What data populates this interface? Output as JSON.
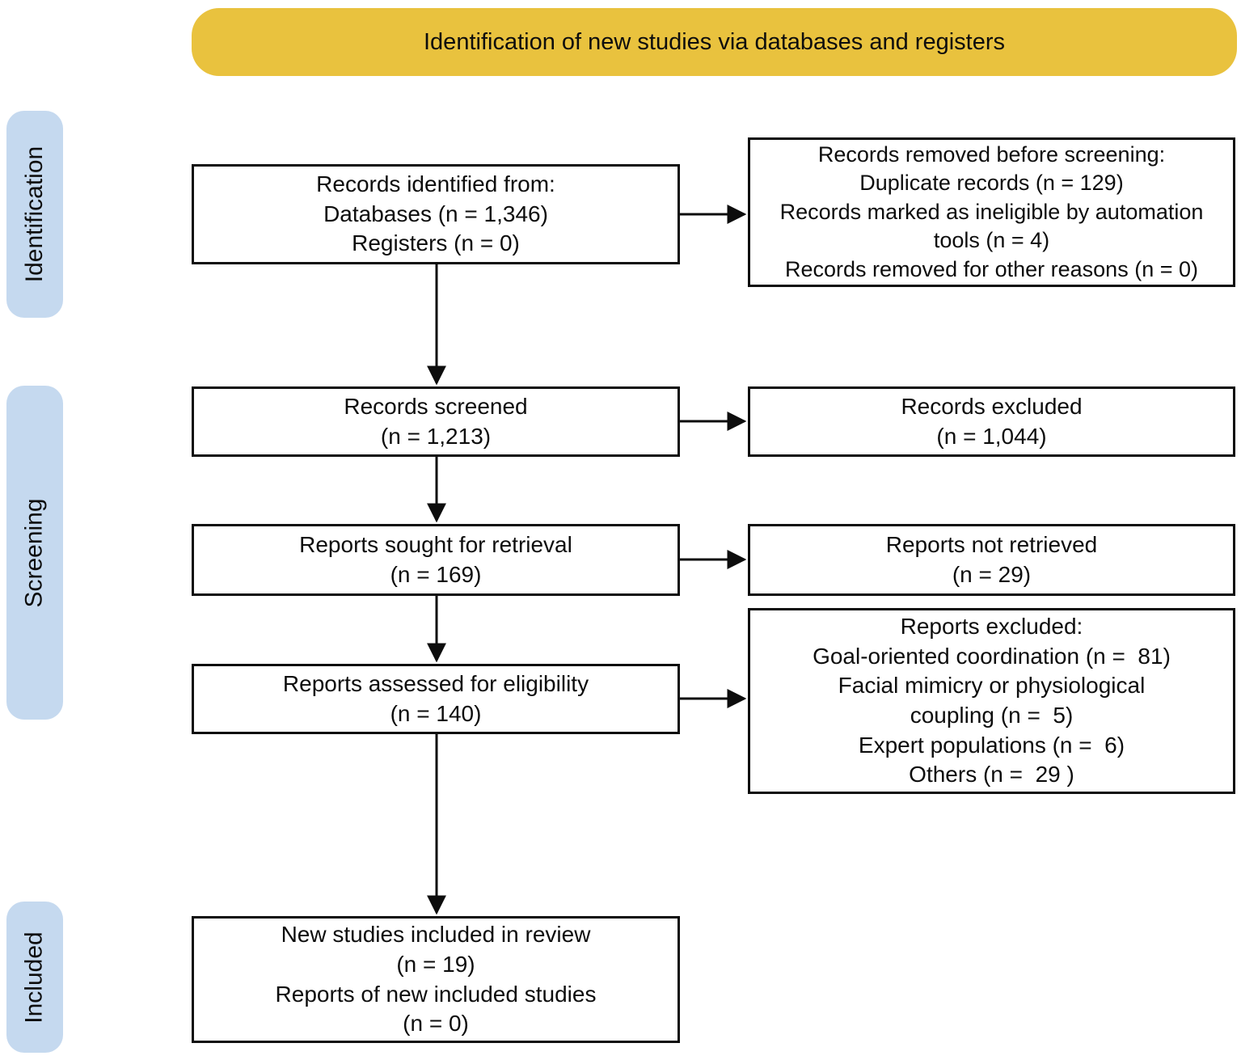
{
  "banner": {
    "title": "Identification of new studies via databases and registers"
  },
  "stages": {
    "identification": "Identification",
    "screening": "Screening",
    "included": "Included"
  },
  "boxes": {
    "records_identified": "Records identified from:\nDatabases (n = 1,346)\nRegisters (n = 0)",
    "records_removed": "Records removed before screening:\nDuplicate records (n = 129)\nRecords marked as ineligible by automation\ntools (n = 4)\nRecords removed for other reasons (n = 0)",
    "records_screened": "Records screened\n(n = 1,213)",
    "records_excluded": "Records excluded\n(n = 1,044)",
    "reports_sought": "Reports sought for retrieval\n(n = 169)",
    "reports_not_retrieved": "Reports not retrieved\n(n = 29)",
    "reports_assessed": "Reports assessed for eligibility\n(n = 140)",
    "reports_excluded": "Reports excluded:\nGoal-oriented coordination (n =  81)\nFacial mimicry or physiological\ncoupling (n =  5)\nExpert populations (n =  6)\nOthers (n =  29 )",
    "new_studies_included": "New studies included in review\n(n = 19)\nReports of new included studies\n(n = 0)"
  },
  "colors": {
    "banner_background": "#e9c23e",
    "stage_background": "#c5d9ef",
    "box_border": "#0d0d0d",
    "arrow": "#0d0d0d"
  }
}
